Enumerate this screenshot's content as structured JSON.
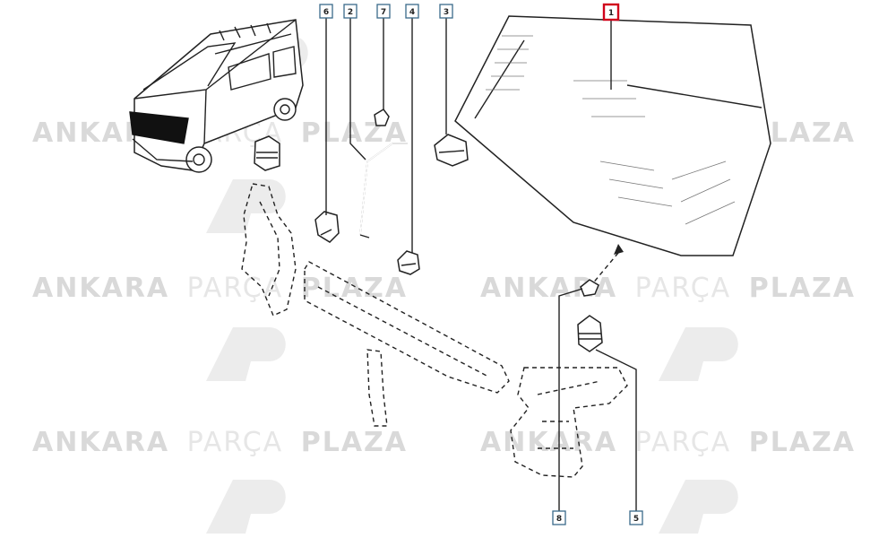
{
  "watermark": {
    "brand_left": "ANKARA",
    "brand_middle": "PARÇA",
    "brand_right": "PLAZA",
    "logo_text": "AP"
  },
  "callouts": [
    {
      "id": "6",
      "label": "6"
    },
    {
      "id": "2",
      "label": "2"
    },
    {
      "id": "7",
      "label": "7"
    },
    {
      "id": "4",
      "label": "4"
    },
    {
      "id": "3",
      "label": "3"
    },
    {
      "id": "1",
      "label": "1",
      "highlighted": true
    },
    {
      "id": "8",
      "label": "8"
    },
    {
      "id": "5",
      "label": "5"
    }
  ],
  "colors": {
    "highlight": "#d0021b",
    "callout_border": "#3a6a8a",
    "line": "#222222",
    "watermark_dark": "#d9d9d9",
    "watermark_light": "#e9e9e9",
    "logo": "#ececec"
  }
}
